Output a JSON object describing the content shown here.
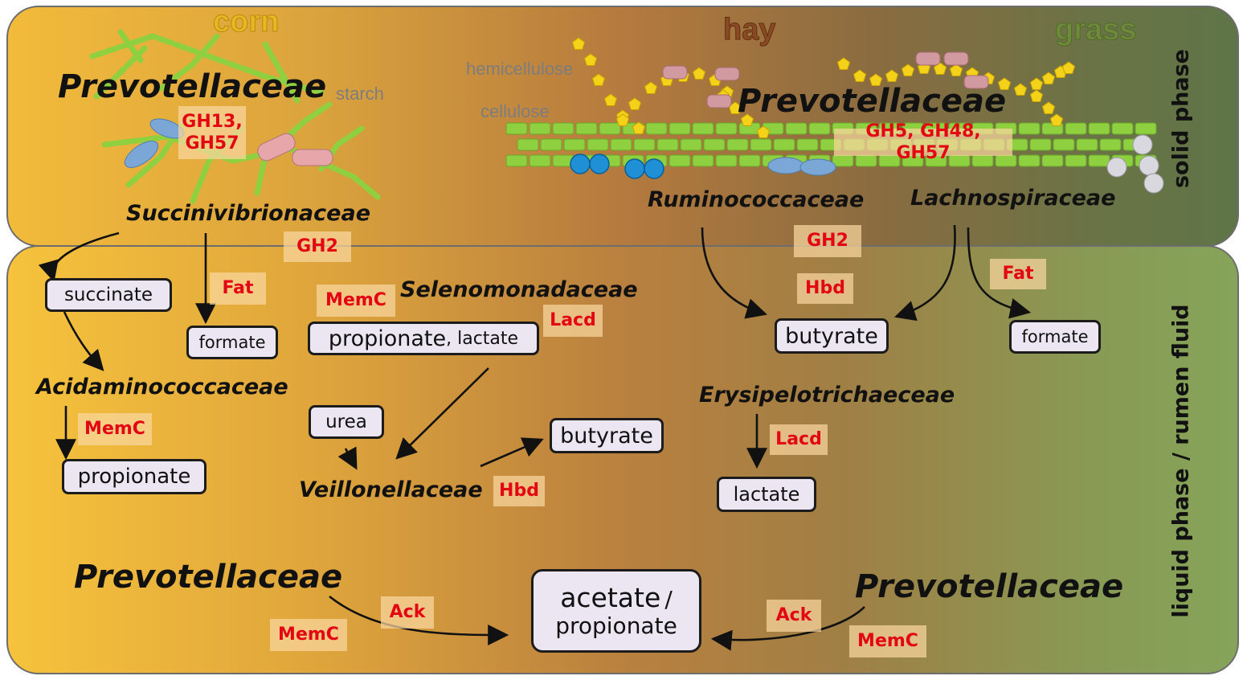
{
  "colors": {
    "enzyme_text": "#e30613",
    "enzyme_bg": "#fad7a0",
    "box_bg": "#ece6f3",
    "food_corn": "#e8b820",
    "food_hay": "#8a4a24",
    "food_grass": "#6f8a3a",
    "fiber": "#8ed03f",
    "xylose": "#f4d21a",
    "starch": "#8ed03f"
  },
  "icons": [
    "bacterium-rod-icon",
    "coccus-icon",
    "arrow-icon"
  ],
  "top": {
    "foods": {
      "corn": "corn",
      "hay": "hay",
      "grass": "grass"
    },
    "substrates": {
      "starch": "starch",
      "hemicellulose": "hemicellulose",
      "cellulose": "cellulose"
    },
    "families": {
      "prevotella_left": "Prevotellaceae",
      "prevotella_right": "Prevotellaceae",
      "succinivibrionaceae": "Succinivibrionaceae",
      "ruminococcaceae": "Ruminococcaceae",
      "lachnospiraceae": "Lachnospiraceae"
    },
    "enzymes": {
      "gh13_gh57": "GH13,\nGH57",
      "gh5_gh48_gh57": "GH5, GH48, GH57"
    },
    "phase_label": "solid phase"
  },
  "bottom": {
    "phase_label": "liquid phase / rumen fluid",
    "families": {
      "selenomonadaceae": "Selenomonadaceae",
      "acidaminococcaceae": "Acidaminococcaceae",
      "veillonellaceae": "Veillonellaceae",
      "erysipelotrichaeceae": "Erysipelotrichaeceae",
      "prevotella_left": "Prevotellaceae",
      "prevotella_right": "Prevotellaceae"
    },
    "enzymes": {
      "gh2_left": "GH2",
      "fat_left": "Fat",
      "memc_selen": "MemC",
      "lacd_selen": "Lacd",
      "memc_acid": "MemC",
      "hbd_veil": "Hbd",
      "gh2_right": "GH2",
      "hbd_right": "Hbd",
      "fat_right": "Fat",
      "lacd_erys": "Lacd",
      "ack_left": "Ack",
      "memc_left": "MemC",
      "ack_right": "Ack",
      "memc_right": "MemC"
    },
    "metabolites": {
      "succinate": "succinate",
      "formate_left": "formate",
      "propionate_main": "propionate",
      "lactate_suffix": ", lactate",
      "propionate_acid": "propionate",
      "urea": "urea",
      "butyrate_veil": "butyrate",
      "butyrate_right": "butyrate",
      "formate_right": "formate",
      "lactate_erys": "lactate",
      "acetate": "acetate",
      "acetate_sep": "/",
      "propionate_center": "propionate"
    }
  }
}
